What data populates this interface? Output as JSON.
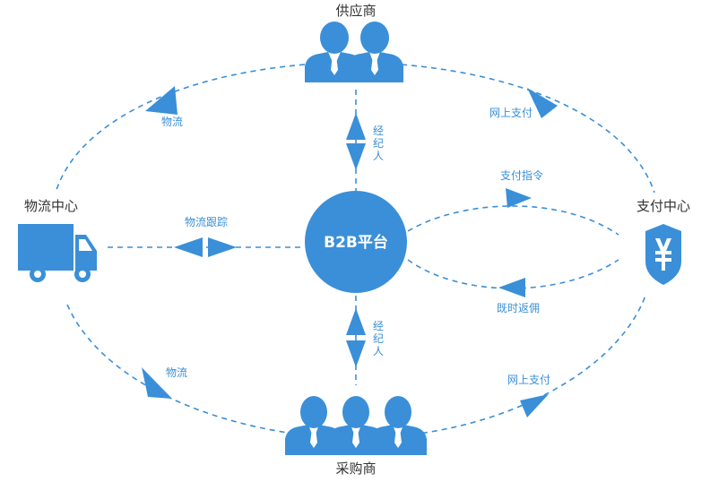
{
  "nodes": {
    "supplier": "供应商",
    "logistics": "物流中心",
    "payment": "支付中心",
    "buyer": "采购商",
    "hub": "B2B平台"
  },
  "edges": {
    "logistics_top": "物流",
    "online_pay_top": "网上支付",
    "broker_top": [
      "经",
      "纪",
      "人"
    ],
    "pay_instruction": "支付指令",
    "logistics_tracking": "物流跟踪",
    "rebate": "既时返佣",
    "broker_bottom": [
      "经",
      "纪",
      "人"
    ],
    "logistics_bottom": "物流",
    "online_pay_bottom": "网上支付"
  },
  "icons": {
    "supplier": "people-group-icon",
    "buyer": "people-group-icon",
    "logistics": "truck-icon",
    "payment": "yen-shield-icon"
  },
  "colors": {
    "primary": "#3a8fd8"
  }
}
